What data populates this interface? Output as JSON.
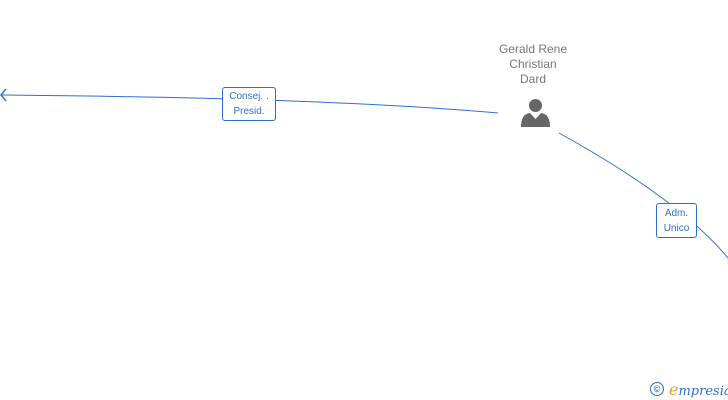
{
  "person": {
    "name_lines": [
      "Gerald Rene",
      "Christian",
      "Dard"
    ],
    "icon": "person-icon"
  },
  "relations": [
    {
      "role_lines": [
        "Consej. .",
        "Presid."
      ]
    },
    {
      "role_lines": [
        "Adm.",
        "Unico"
      ]
    }
  ],
  "brand": {
    "copyright_symbol": "©",
    "initial": "e",
    "rest": "mpresia"
  },
  "colors": {
    "edge": "#2e6fd0",
    "name_text": "#777777",
    "icon": "#666666",
    "brand_accent": "#f0a020"
  }
}
